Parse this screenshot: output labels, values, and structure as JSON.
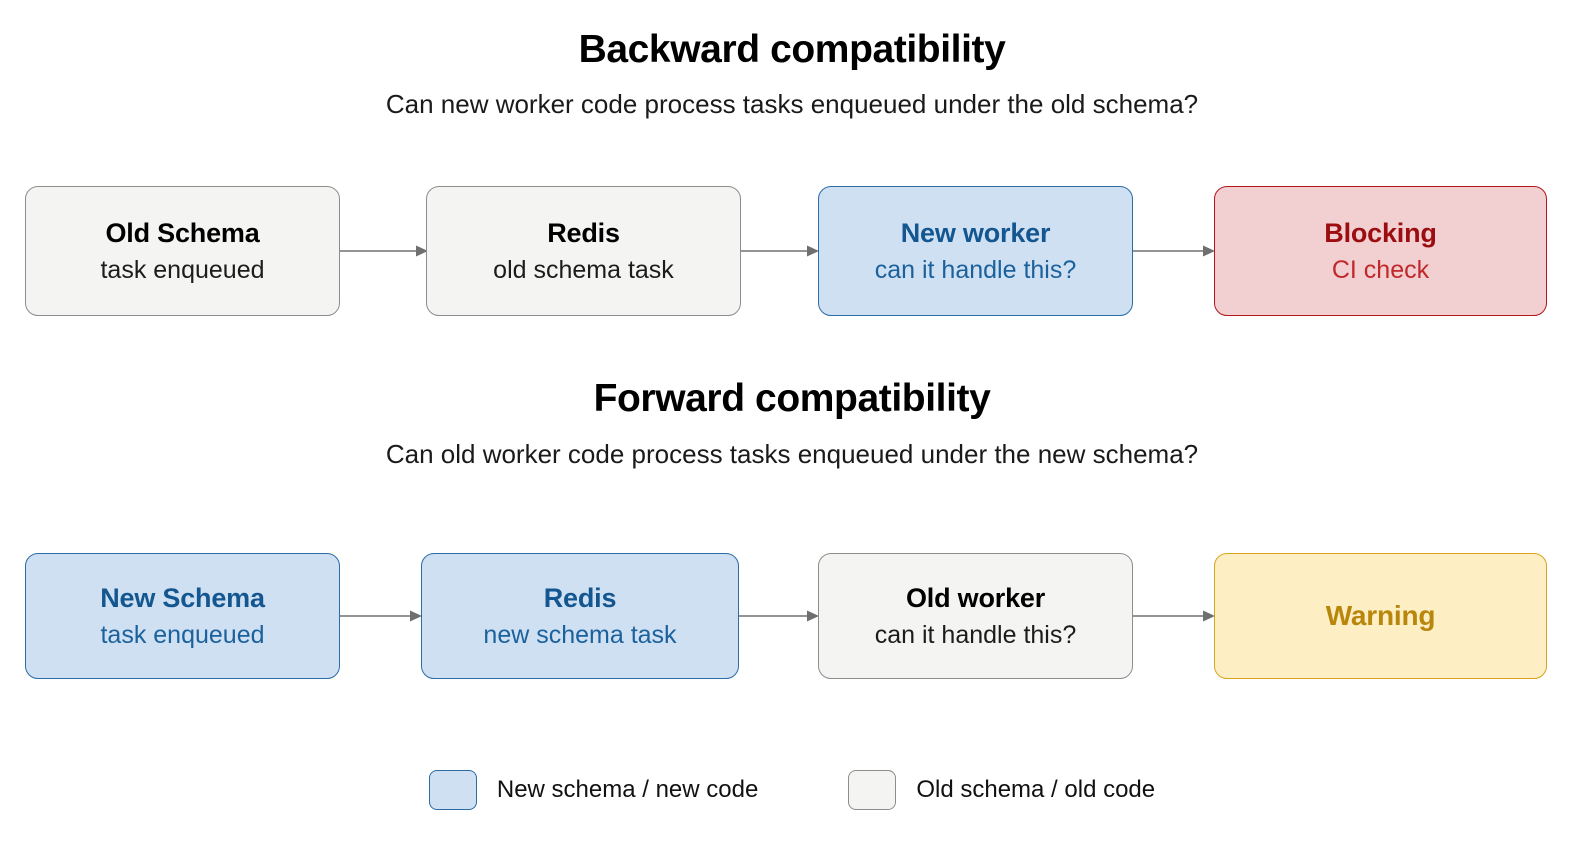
{
  "sections": [
    {
      "id": "backward",
      "title": "Backward compatibility",
      "subtitle": "Can new worker code process tasks enqueued under the old schema?",
      "nodes": [
        {
          "title": "Old Schema",
          "sub": "task enqueued",
          "variant": "grey"
        },
        {
          "title": "Redis",
          "sub": "old schema task",
          "variant": "grey"
        },
        {
          "title": "New worker",
          "sub": "can it handle this?",
          "variant": "blue"
        },
        {
          "title": "Blocking",
          "sub": "CI check",
          "variant": "red"
        }
      ]
    },
    {
      "id": "forward",
      "title": "Forward compatibility",
      "subtitle": "Can old worker code process tasks enqueued under the new schema?",
      "nodes": [
        {
          "title": "New Schema",
          "sub": "task enqueued",
          "variant": "blue"
        },
        {
          "title": "Redis",
          "sub": "new schema task",
          "variant": "blue"
        },
        {
          "title": "Old worker",
          "sub": "can it handle this?",
          "variant": "grey"
        },
        {
          "title": "Warning",
          "sub": "",
          "variant": "yellow"
        }
      ]
    }
  ],
  "legend": {
    "items": [
      {
        "label": "New schema / new code",
        "swatch": "blue"
      },
      {
        "label": "Old schema / old code",
        "swatch": "grey"
      }
    ]
  },
  "colors": {
    "background": "#ffffff",
    "arrow": "#848484",
    "grey_fill": "#f4f4f2",
    "grey_border": "#8d8d8d",
    "blue_fill": "#cfe0f3",
    "blue_border": "#2a6ba8",
    "blue_text": "#14568f",
    "red_fill": "#f2cfd0",
    "red_border": "#b0181d",
    "red_text": "#9b0d11",
    "yellow_fill": "#fdeec4",
    "yellow_border": "#d8a41f",
    "yellow_text": "#b8860b"
  }
}
